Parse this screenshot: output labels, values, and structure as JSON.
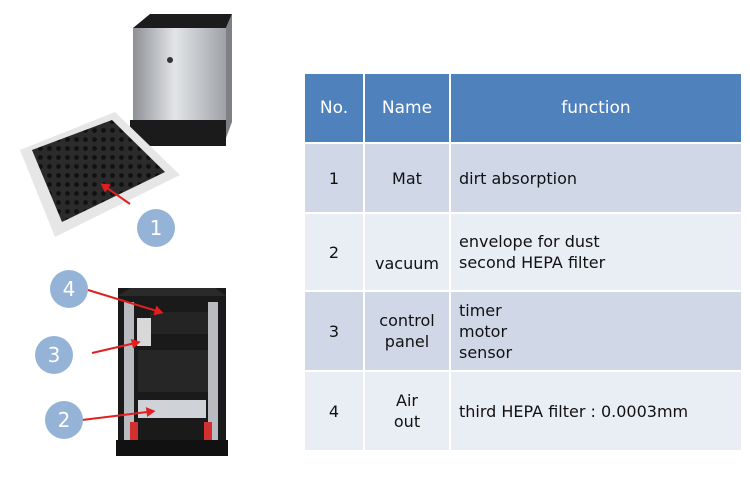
{
  "table": {
    "headers": {
      "no": "No.",
      "name": "Name",
      "function": "function"
    },
    "rows": [
      {
        "no": "1",
        "name": [
          "Mat"
        ],
        "function": [
          "dirt absorption"
        ]
      },
      {
        "no": "2",
        "name": [
          "",
          "vacuum"
        ],
        "function": [
          "envelope for dust",
          "second HEPA filter"
        ]
      },
      {
        "no": "3",
        "name": [
          "control",
          "panel"
        ],
        "function": [
          "timer",
          "motor",
          "sensor"
        ]
      },
      {
        "no": "4",
        "name": [
          "Air",
          "out"
        ],
        "function": [
          "third HEPA filter : 0.0003mm"
        ]
      }
    ]
  },
  "callouts": [
    "1",
    "2",
    "3",
    "4"
  ],
  "colors": {
    "header": "#4f81bd",
    "row_dark": "#d0d8e8",
    "row_light": "#e9edf4",
    "callout": "#95b3d7",
    "pointer": "#e02020"
  }
}
